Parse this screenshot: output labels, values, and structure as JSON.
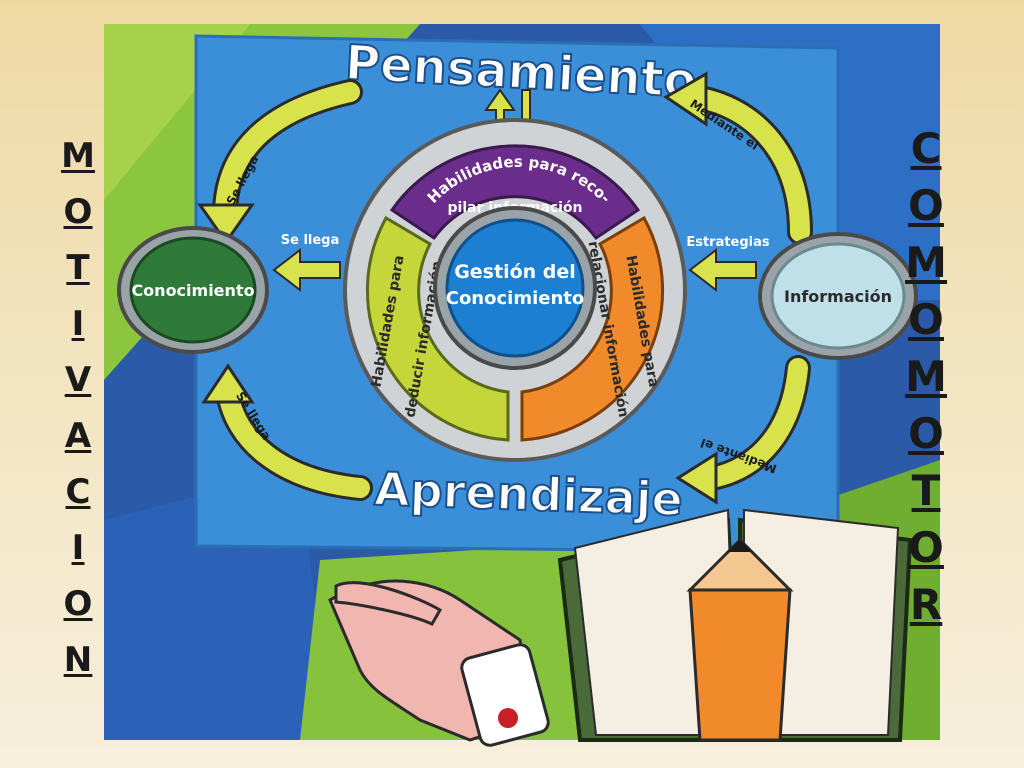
{
  "side_left": {
    "letters": [
      "M",
      "O",
      "T",
      "I",
      "V",
      "A",
      "C",
      "I",
      "O",
      "N"
    ]
  },
  "side_right": {
    "letters": [
      "C",
      "O",
      "M",
      "O",
      "M",
      "O",
      "T",
      "O",
      "R"
    ]
  },
  "diagram": {
    "top_title": "Pensamiento",
    "bottom_title": "Aprendizaje",
    "center": {
      "line1": "Gestión del",
      "line2": "Conocimiento"
    },
    "segment_top": {
      "line1": "Habilidades para reco-",
      "line2": "pilar información"
    },
    "segment_left": {
      "line1": "Habilidades para",
      "line2": "deducir información"
    },
    "segment_right": {
      "line1": "Habilidades para",
      "line2": "relacionar información"
    },
    "node_left": "Conocimiento",
    "node_right": "Información",
    "label_se_llega_mid": "Se llega",
    "label_estrategias": "Estrategias",
    "label_se_llega_top": "Se llega",
    "label_se_llega_bottom": "Se llega",
    "label_mediante_top": "Mediante el",
    "label_mediante_bottom": "Mediante el"
  },
  "colors": {
    "board_blue": "#3b8fd9",
    "green_bg": "#7fbf3a",
    "dark_blue_bg": "#2a5aa8",
    "arrow_yellow": "#d8e24a",
    "segment_purple": "#6b2d8c",
    "segment_green": "#c4d63a",
    "segment_orange": "#f08a2a",
    "center_blue": "#1c7fd1",
    "node_green": "#2f7a3a",
    "node_light": "#bfe0e8"
  }
}
